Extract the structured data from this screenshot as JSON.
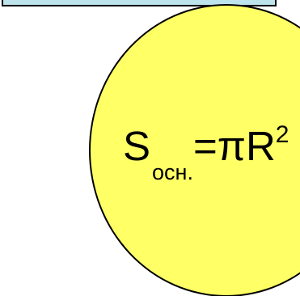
{
  "diagram": {
    "colors": {
      "top_box_fill": "#bde3ec",
      "circle_fill": "#ffff66",
      "stroke": "#000000"
    },
    "formula": {
      "symbol": "S",
      "subscript": "осн.",
      "equals_pi_r": "=πR",
      "exponent": "2"
    }
  }
}
